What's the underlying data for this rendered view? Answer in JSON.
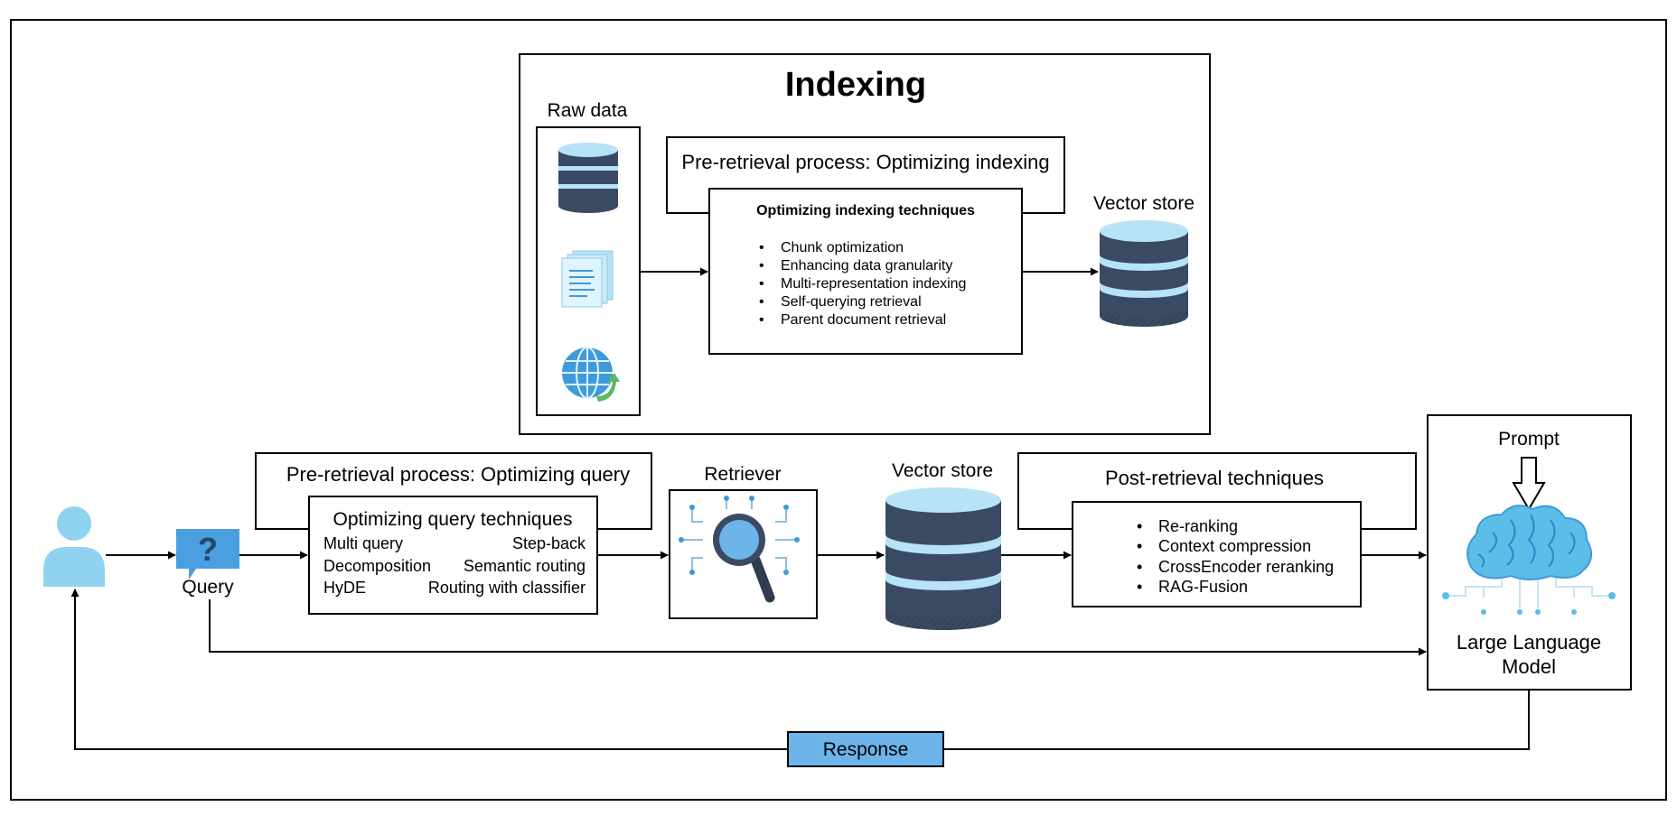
{
  "indexing": {
    "title": "Indexing",
    "raw_data_label": "Raw data",
    "pre_retrieval_title": "Pre-retrieval process: Optimizing indexing",
    "techniques_title": "Optimizing indexing techniques",
    "techniques": [
      "Chunk optimization",
      "Enhancing data granularity",
      "Multi-representation indexing",
      "Self-querying retrieval",
      "Parent document retrieval"
    ],
    "vector_store_label": "Vector store"
  },
  "query": {
    "label": "Query",
    "icon_glyph": "?"
  },
  "query_optimization": {
    "pre_retrieval_title": "Pre-retrieval process: Optimizing query",
    "techniques_title": "Optimizing query techniques",
    "techniques_left": [
      "Multi query",
      "Decomposition",
      "HyDE"
    ],
    "techniques_right": [
      "Step-back",
      "Semantic routing",
      "Routing with classifier"
    ]
  },
  "retriever": {
    "label": "Retriever"
  },
  "vector_store": {
    "label": "Vector store"
  },
  "post_retrieval": {
    "title": "Post-retrieval techniques",
    "techniques": [
      "Re-ranking",
      "Context compression",
      "CrossEncoder reranking",
      "RAG-Fusion"
    ]
  },
  "llm": {
    "prompt_label": "Prompt",
    "label_line1": "Large Language",
    "label_line2": "Model"
  },
  "response": {
    "label": "Response"
  },
  "bullet": "•",
  "colors": {
    "db_dark": "#3b4a63",
    "db_light": "#b7e3f7",
    "light_blue": "#8fd3f0",
    "response_fill": "#6cb4ea",
    "query_bubble": "#4a9fe0",
    "brain": "#5cbde8",
    "globe": "#3f9ad9"
  }
}
